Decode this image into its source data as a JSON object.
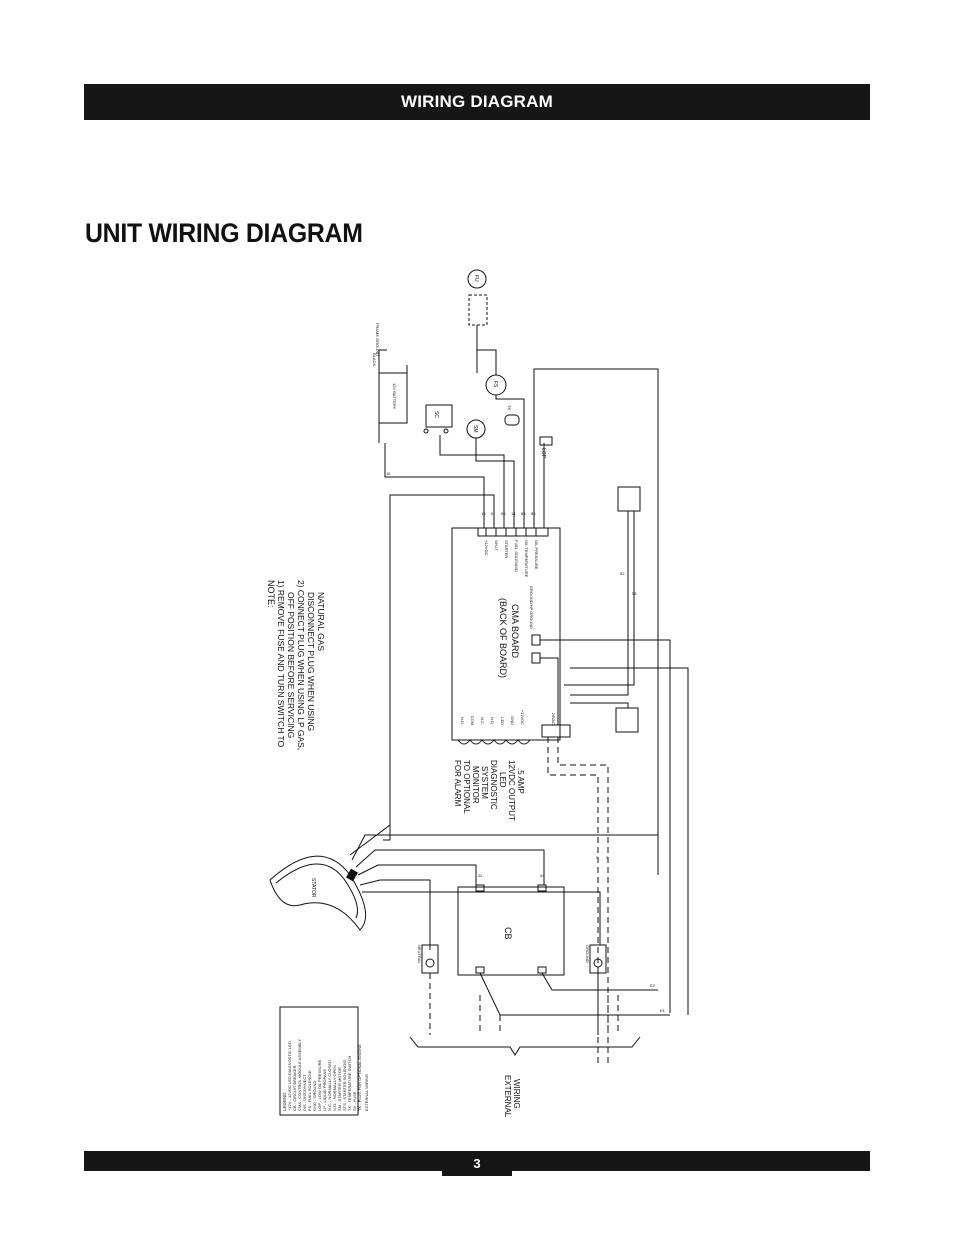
{
  "header": {
    "section_title": "WIRING DIAGRAM"
  },
  "page": {
    "title": "UNIT WIRING DIAGRAM",
    "number": "3"
  },
  "diagram": {
    "note_title": "NOTE:",
    "note_1a": "1) REMOVE FUSE AND TURN SWITCH TO",
    "note_1b": "OFF POSITION BEFORE SERVICING",
    "note_2a": "2) CONNECT PLUG WHEN USING LP GAS,",
    "note_2b": "DISCONNECT PLUG WHEN USING",
    "note_2c": "NATURAL GAS",
    "cma_board_1": "CMA BOARD",
    "cma_board_2": "(BACK OF BOARD)",
    "cb": "CB",
    "stator": "STATOR",
    "neutral": "NEUTRAL",
    "ground": "GROUND",
    "battery": "12V BATTERY",
    "black": "BLACK",
    "frame_ground": "FRAME GROUND",
    "for_alarm": "FOR ALARM",
    "to_optional": "TO OPTIONAL",
    "monitor": "MONITOR",
    "system": "SYSTEM",
    "diagnostic": "DIAGNOSTIC",
    "led": "LED",
    "output": "12VDC OUTPUT",
    "amp": ".5 AMP",
    "external": "EXTERNAL",
    "wiring": "WIRING",
    "ground_grounding": "GROUND/HP GROUND",
    "legend_title": "LEGEND",
    "legend_items": [
      "+12V - 12VDC LED DIAGNOSTIC LED",
      "CB - CIRCUIT BREAKER",
      "CMA - CONTROL MODULE ASSEMBLY",
      "DIS - DISCONNECT",
      "FS - FUEL SOLENOID",
      "GND - GROUND",
      "LOP - LOW OIL PRESSURE",
      "LP - LIQUID PROPANE",
      "N.C. - NORMALLY CLOSED",
      "N.O. - NORMALLY OPEN",
      "SM - STARTER MOTOR",
      "STS - STARTER SOLENOID",
      "TK - TEMPERATURE SWITCH",
      "SV - FUSE",
      "TK - PLUG FOR OPTIONAL ENGINE",
      "EXTERNAL WIRING"
    ],
    "terminals_top": [
      "+12VDC",
      "SHUT",
      "STARTER",
      "FUEL SOLENOID",
      "OIL TEMPERATURE",
      "OIL PRESSURE"
    ],
    "terminals_bottom": [
      "N.O.",
      "COM",
      "N.C.",
      "N.O.",
      "LED",
      "GND",
      "+12VDC",
      "24VAC"
    ],
    "wire_numbers": [
      "13",
      "0",
      "56",
      "14",
      "85",
      "86",
      "15",
      "11",
      "44",
      "E1",
      "E2",
      "0",
      "0",
      "52",
      "53"
    ],
    "component_codes": [
      "FS",
      "SM",
      "SC",
      "LOP",
      "TK",
      "FU"
    ]
  }
}
